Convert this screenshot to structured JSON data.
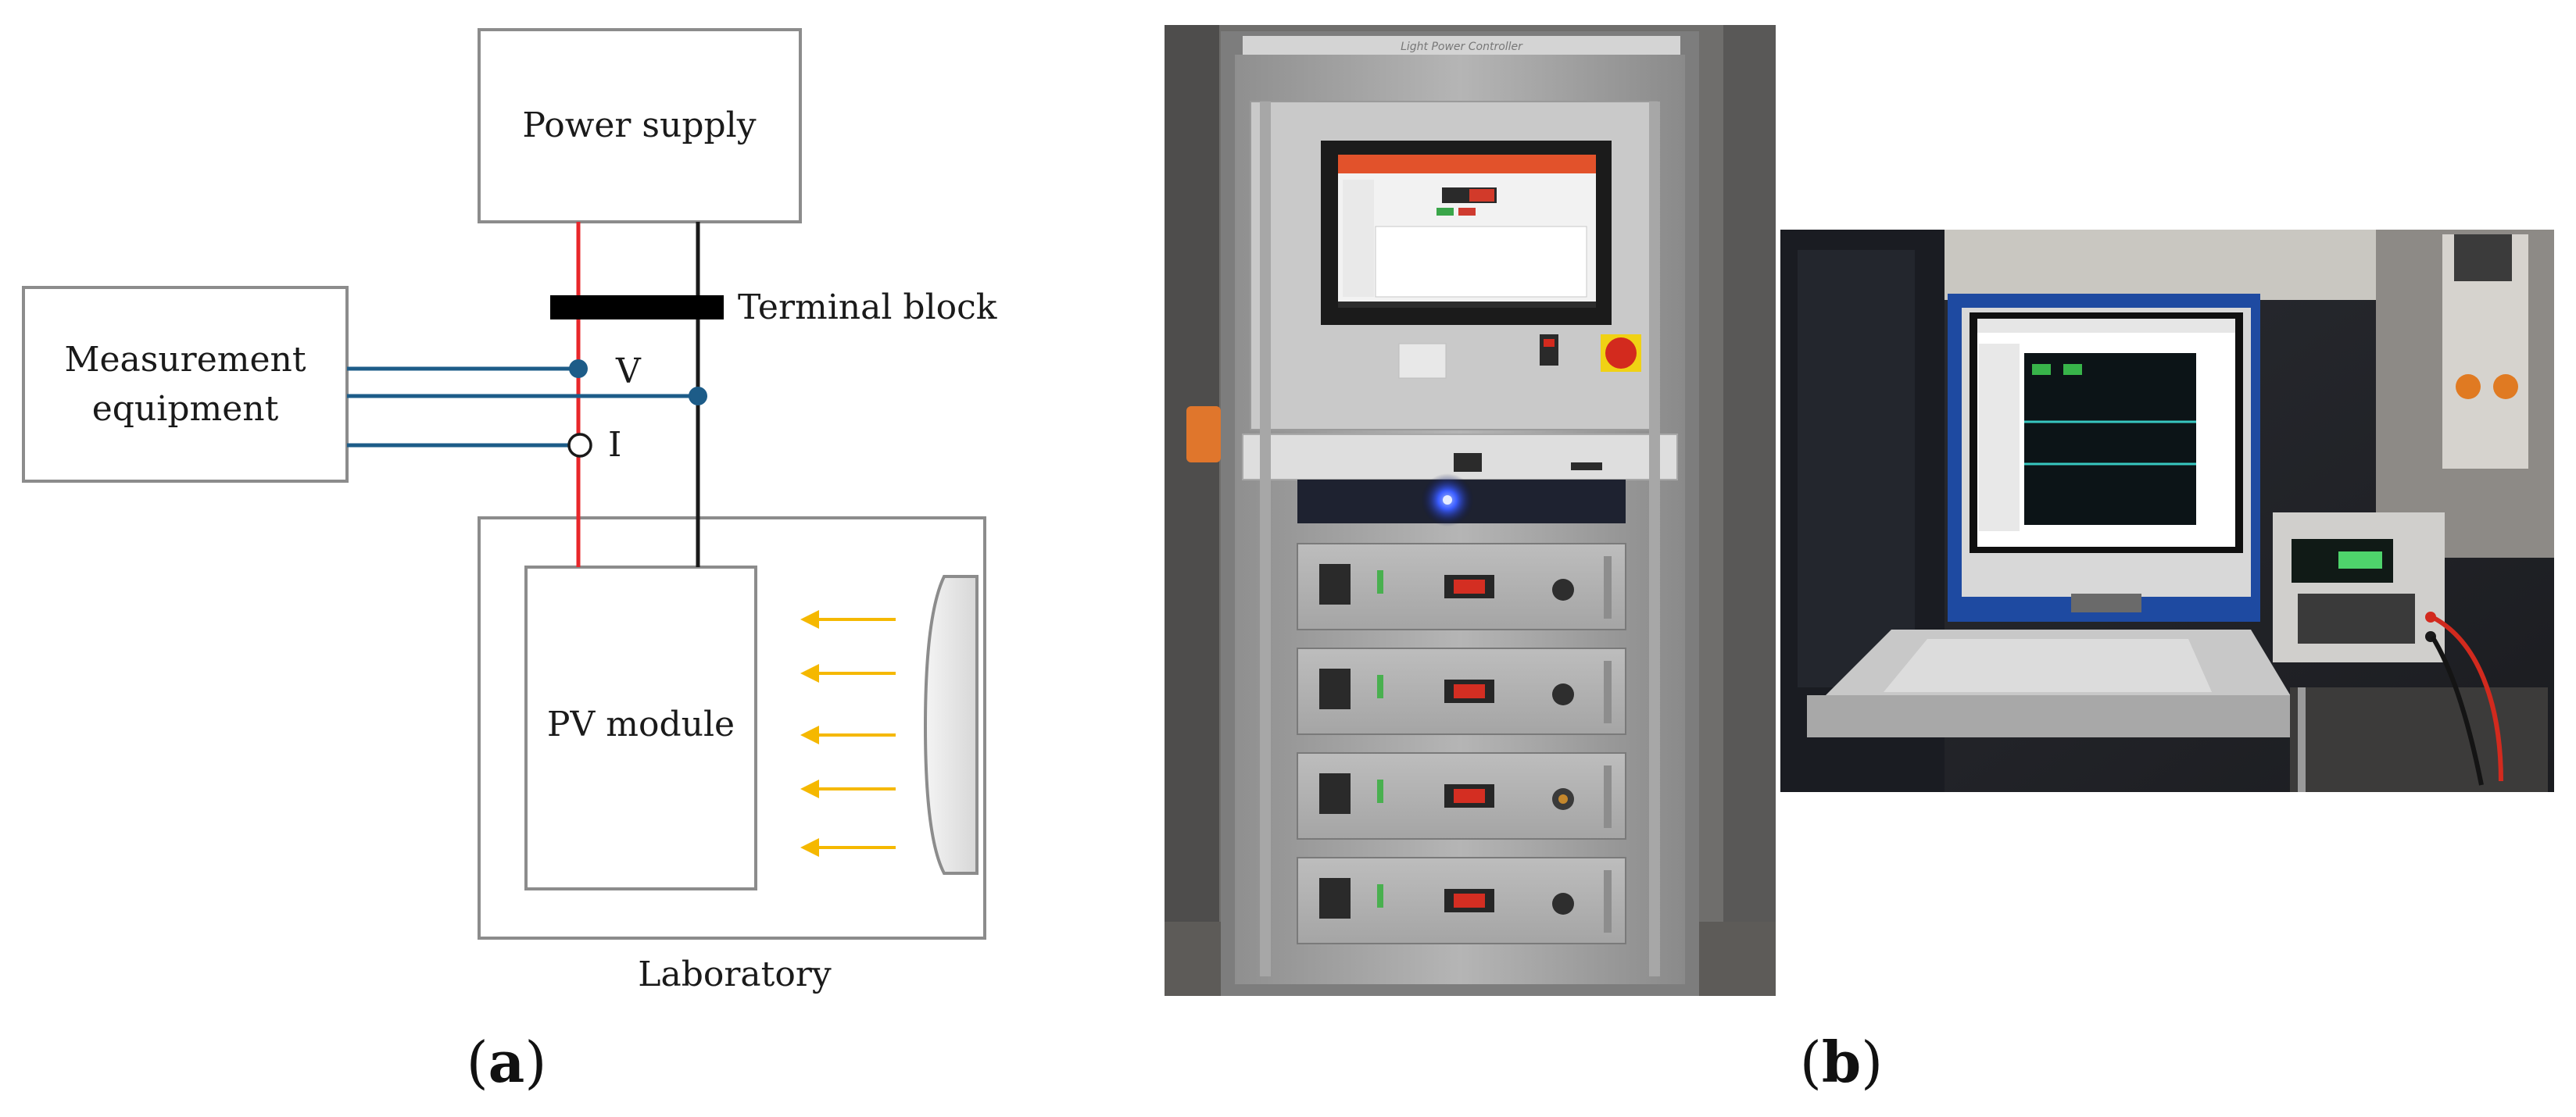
{
  "panel_a": {
    "power_supply": "Power supply",
    "terminal_block": "Terminal block",
    "measurement_line1": "Measurement",
    "measurement_line2": "equipment",
    "voltage_label": "V",
    "current_label": "I",
    "pv_module": "PV module",
    "laboratory": "Laboratory",
    "caption_open": "(",
    "caption_letter": "a",
    "caption_close": ")"
  },
  "panel_b": {
    "cabinet_header": "Light Power Controller",
    "caption_open": "(",
    "caption_letter": "b",
    "caption_close": ")"
  },
  "colors": {
    "positive_wire": "#e8262a",
    "negative_wire": "#1a1a1a",
    "signal_wire": "#1d5c88",
    "light_arrows": "#f5b800",
    "box_stroke": "#8c8c8c"
  }
}
